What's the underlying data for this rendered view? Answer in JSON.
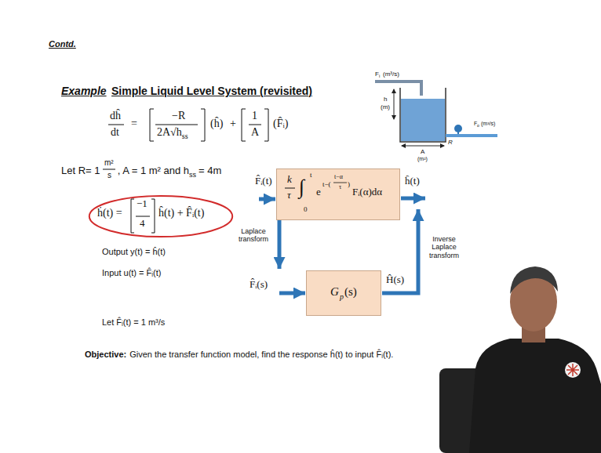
{
  "diagram": {
    "title": "Simple Liquid Level System (revisited)",
    "nodes": [
      {
        "text": [
          "ḣ(t) =",
          "−1",
          "4",
          "ĥ(t) + F̂ᵢ(t)"
        ]
      },
      {
        "text": [
          "k",
          "τ",
          "∫",
          "t",
          "0",
          "e",
          "t−(",
          "t−α",
          "τ",
          ")",
          "Fᵢ(α)dα"
        ]
      },
      {
        "text": [
          "G",
          "p",
          "(s)"
        ]
      }
    ],
    "labels": [
      "Contd.",
      "Example",
      "dĥ",
      "dt",
      "=",
      "−R",
      "2A√h",
      "ss",
      "(ĥ)",
      "+",
      "1",
      "A",
      "(F̂ᵢ)",
      "Let R= 1",
      "m²",
      "s",
      ", A = 1 m² and h",
      "ss",
      "= 4m",
      "Output y(t) = ĥ(t)",
      "Input u(t) = F̂ᵢ(t)",
      "Let F̂ᵢ(t) = 1 m³/s",
      "Objective:",
      "Given the transfer function model, find the response ĥ(t) to input F̂ᵢ(t).",
      "F̂ᵢ(t)",
      "ĥ(t)",
      "Laplace transform",
      "Inverse Laplace transform",
      "F̂ᵢ(s)",
      "Ĥ(s)",
      "F",
      "i",
      "(m³/s)",
      "h",
      "(m)",
      "A",
      "(m²)",
      "R",
      "F",
      "o",
      "(m³/s)"
    ]
  }
}
